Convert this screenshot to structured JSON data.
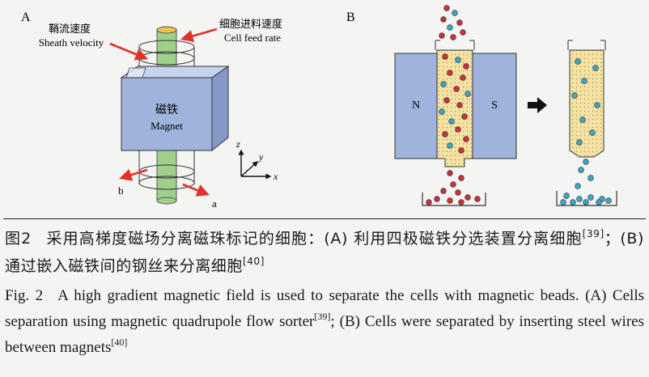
{
  "panel_a": {
    "letter": "A",
    "sheath_cn": "鞘流速度",
    "sheath_en": "Sheath velocity",
    "feed_cn": "细胞进料速度",
    "feed_en": "Cell feed rate",
    "magnet_cn": "磁铁",
    "magnet_en": "Magnet",
    "outlet_b": "b",
    "outlet_a": "a",
    "axis_z": "z",
    "axis_y": "y",
    "axis_x": "x"
  },
  "panel_b": {
    "letter": "B",
    "pole_n": "N",
    "pole_s": "S"
  },
  "caption": {
    "cn_label": "图2",
    "cn_text_1": "采用高梯度磁场分离磁珠标记的细胞：(A) 利用四极磁铁分选装置分离细胞",
    "cn_ref_1": "[39]",
    "cn_text_2": "；(B) 通过嵌入磁铁间的钢丝来分离细胞",
    "cn_ref_2": "[40]",
    "en_label": "Fig. 2",
    "en_text_1": "A high gradient magnetic field is used to separate the cells with magnetic beads. (A) Cells separation using magnetic quadrupole flow sorter",
    "en_ref_1": "[39]",
    "en_text_2": "; (B) Cells were separated by inserting steel wires between magnets",
    "en_ref_2": "[40]"
  },
  "colors": {
    "red_cell": "#c8323c",
    "blue_cell": "#3aa6c8",
    "magnet_fill": "#9fb3dc",
    "tube_fill": "#9fd08a",
    "channel_fill": "#f3e2a4",
    "arrow_red": "#e0322a"
  }
}
